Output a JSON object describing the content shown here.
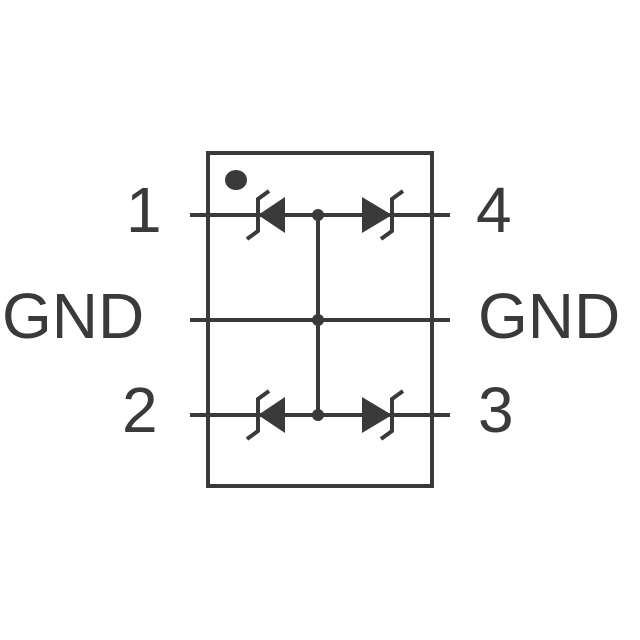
{
  "diagram": {
    "labels": {
      "pin_1": "1",
      "pin_4": "4",
      "gnd_left": "GND",
      "gnd_right": "GND",
      "pin_2": "2",
      "pin_3": "3"
    },
    "colors": {
      "stroke": "#3a3a3a",
      "fill": "#3a3a3a",
      "background": "#ffffff"
    }
  }
}
